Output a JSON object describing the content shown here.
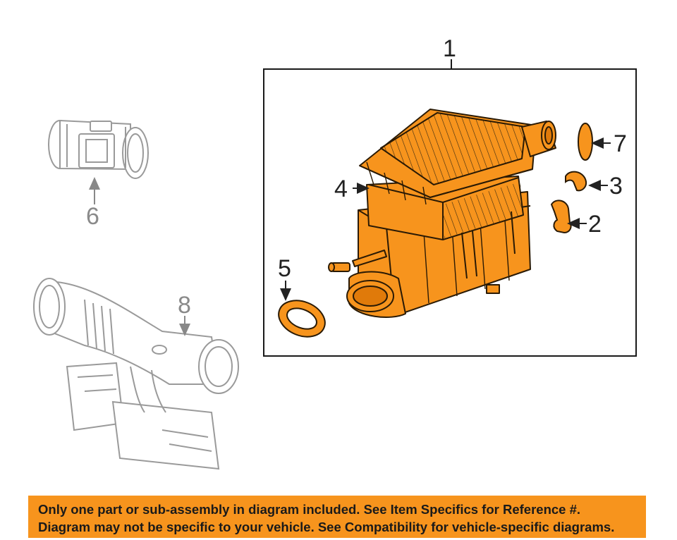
{
  "callouts": {
    "c1": "1",
    "c2": "2",
    "c3": "3",
    "c4": "4",
    "c5": "5",
    "c6": "6",
    "c7": "7",
    "c8": "8"
  },
  "colors": {
    "highlight_part": "#f7941d",
    "context_part": "#9a9a9a",
    "banner_bg": "#f7941d"
  },
  "banner": {
    "line1": "Only one part or sub-assembly in diagram included. See Item Specifics for Reference #.",
    "line2": "Diagram may not be specific to your vehicle. See Compatibility for vehicle-specific diagrams."
  }
}
